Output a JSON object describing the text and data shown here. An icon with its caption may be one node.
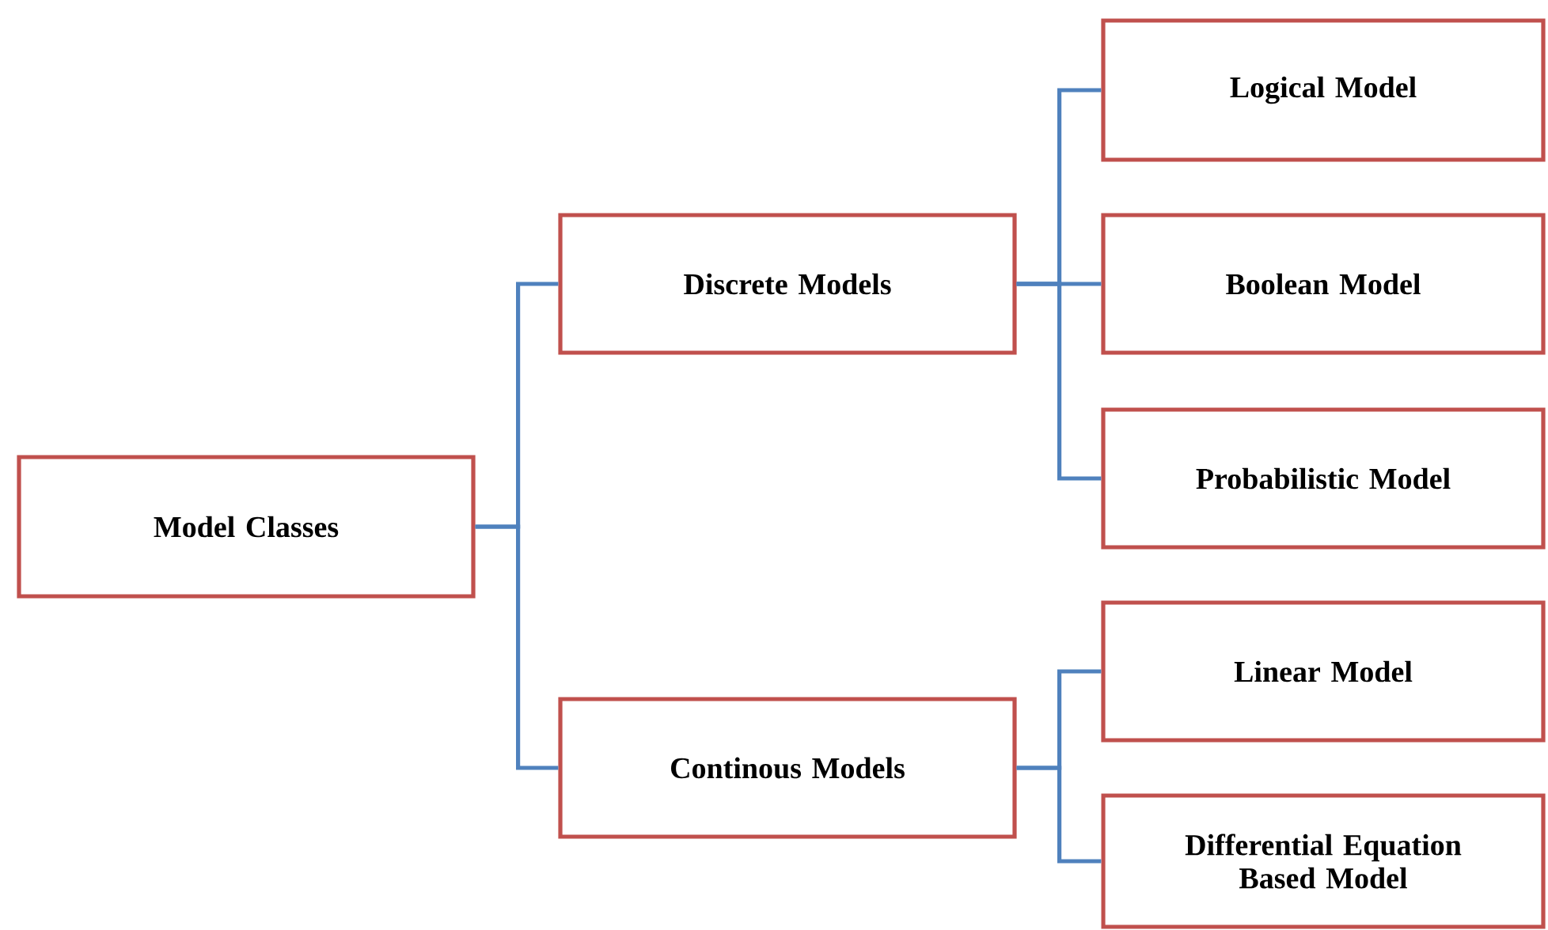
{
  "diagram": {
    "nodes": [
      {
        "text": [
          "Model Classes"
        ]
      },
      {
        "text": [
          "Discrete Models"
        ]
      },
      {
        "text": [
          "Continous Models"
        ]
      },
      {
        "text": [
          "Logical Model"
        ]
      },
      {
        "text": [
          "Boolean Model"
        ]
      },
      {
        "text": [
          "Probabilistic Model"
        ]
      },
      {
        "text": [
          "Linear Model"
        ]
      },
      {
        "text": [
          "Differential Equation Based Model"
        ]
      }
    ],
    "edges": [
      {
        "from": 0,
        "to": 1,
        "arrow": "none"
      },
      {
        "from": 0,
        "to": 2,
        "arrow": "none"
      },
      {
        "from": 1,
        "to": 3,
        "arrow": "none"
      },
      {
        "from": 1,
        "to": 4,
        "arrow": "none"
      },
      {
        "from": 1,
        "to": 5,
        "arrow": "none"
      },
      {
        "from": 2,
        "to": 6,
        "arrow": "none"
      },
      {
        "from": 2,
        "to": 7,
        "arrow": "none"
      }
    ]
  }
}
